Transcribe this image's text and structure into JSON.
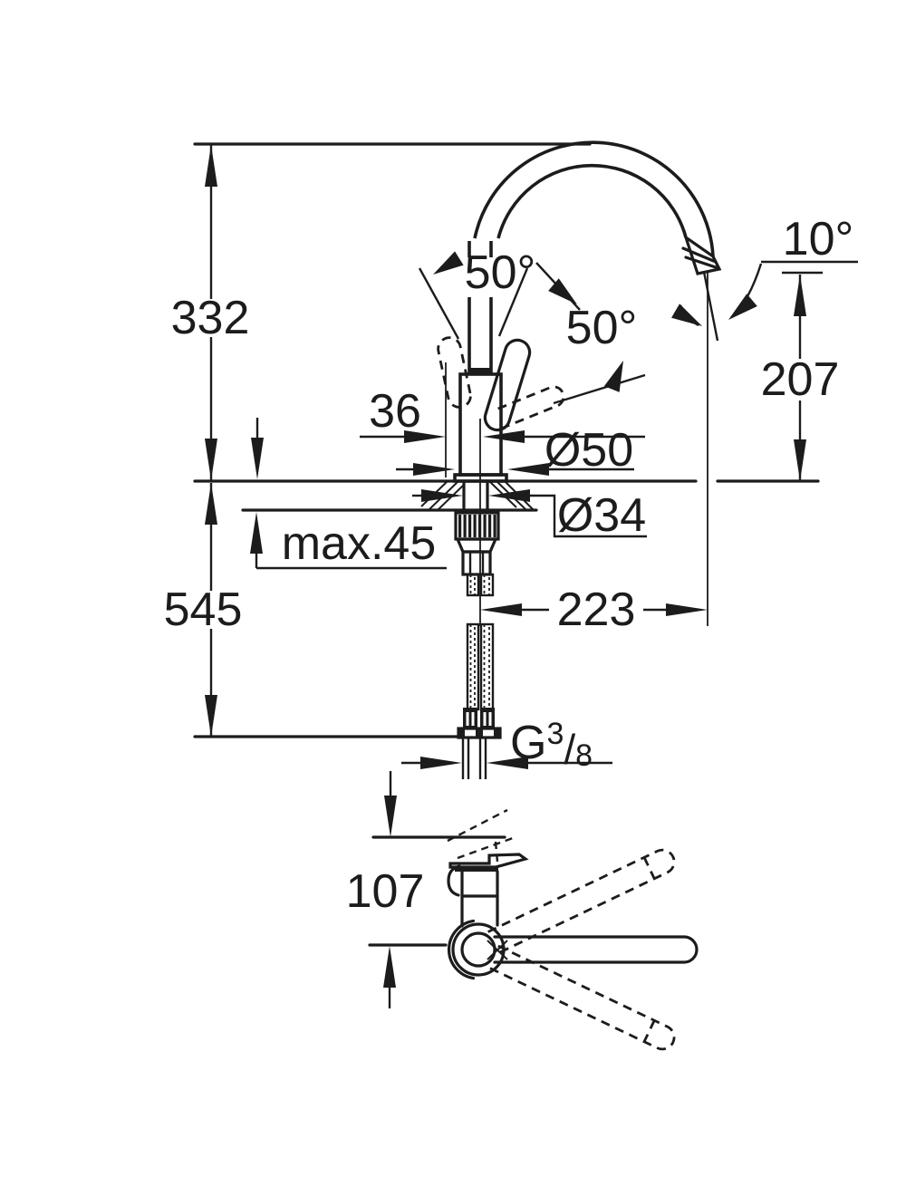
{
  "drawing": {
    "title": "kitchen-mixer-tap-dimension-drawing",
    "views": [
      "side-elevation",
      "top-plan"
    ],
    "line_color": "#1c1c1c",
    "background_color": "#ffffff"
  },
  "labels": {
    "spout_top_height": "332",
    "total_height_below": "545",
    "max_mounting_thickness": "max.45",
    "body_offset": "36",
    "base_diameter": "Ø50",
    "hole_diameter": "Ø34",
    "spout_reach": "223",
    "outlet_height": "207",
    "outlet_angle": "10°",
    "handle_angle_left": "50°",
    "handle_angle_right": "50°",
    "plan_depth": "107",
    "thread_g": "G",
    "thread_numerator": "3",
    "thread_slash": "/",
    "thread_denominator": "8"
  }
}
